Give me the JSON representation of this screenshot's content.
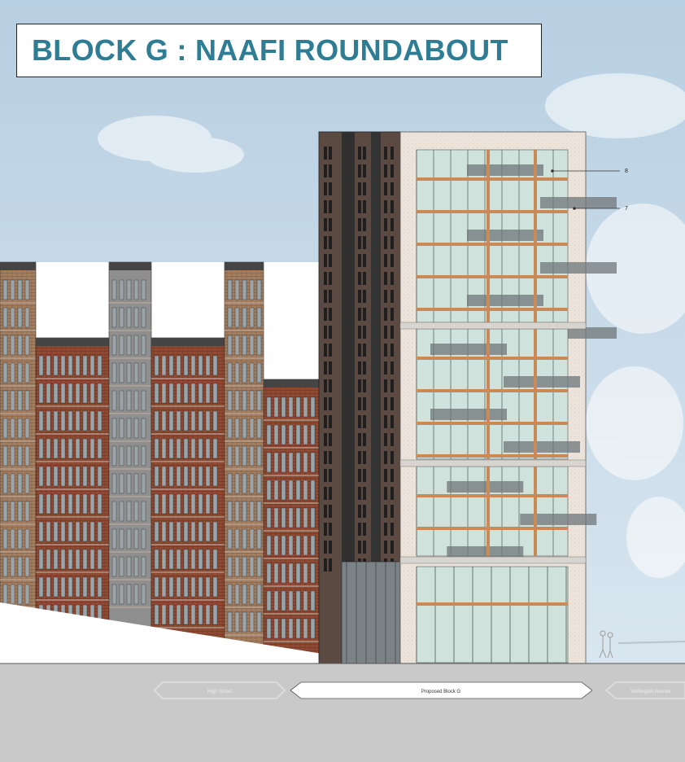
{
  "title": "BLOCK G : NAAFI ROUNDABOUT",
  "annotations": {
    "label_8": "8",
    "label_7": "7"
  },
  "ground_labels": {
    "left": "High Street",
    "center": "Proposed Block G",
    "right": "Wellington Avenue"
  },
  "colors": {
    "title": "#2e7d95",
    "sky": "#c9dcea",
    "brick_red": "#8e4a33",
    "brick_tan": "#a9876a",
    "dark_tower": "#2f2f2f",
    "pale_stone": "#ece4da",
    "glass": "#cfe3dc",
    "copper": "#c98a57",
    "ground": "#c7c7c7"
  }
}
